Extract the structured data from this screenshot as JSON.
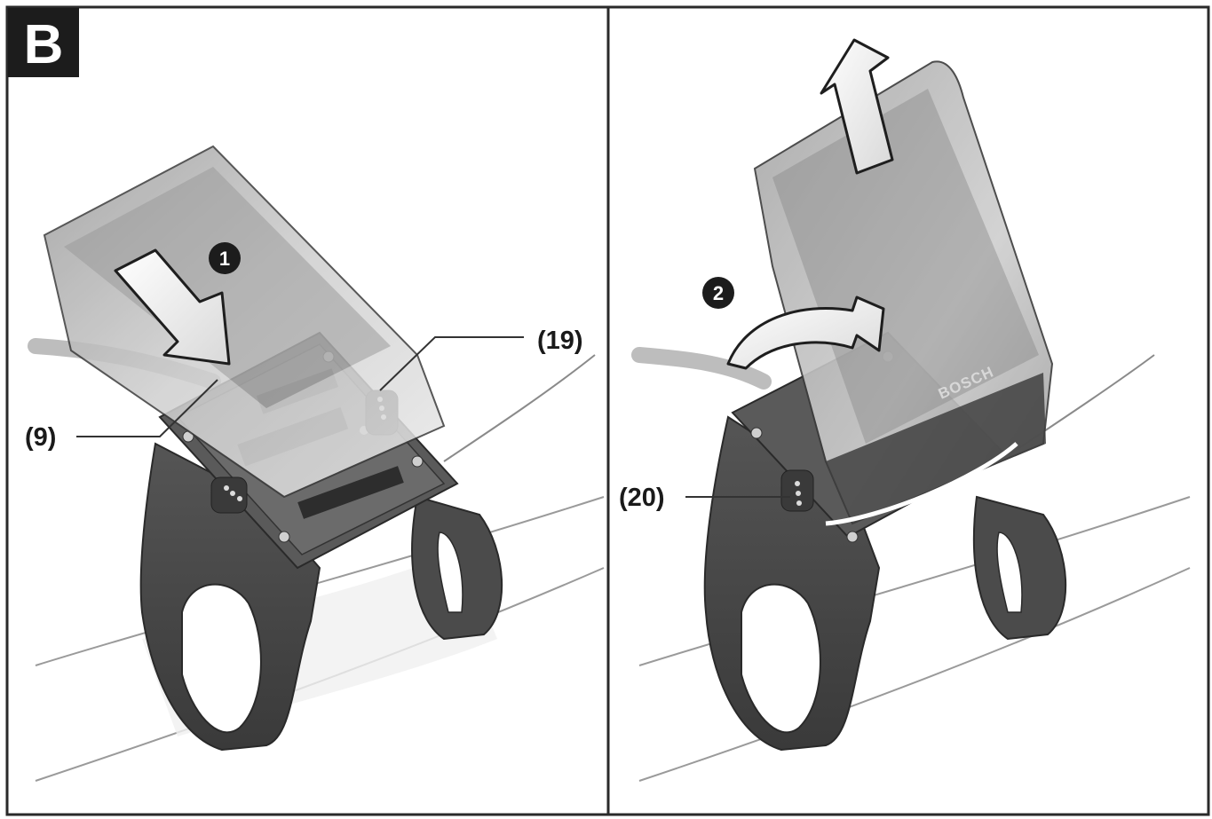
{
  "figure_label": "B",
  "steps": {
    "step1": "1",
    "step2": "2"
  },
  "callouts": {
    "c9": "(9)",
    "c19": "(19)",
    "c20": "(20)"
  },
  "display_brand": "BOSCH",
  "colors": {
    "frame": "#2a2a2a",
    "mount_dark": "#3a3a3a",
    "mount_mid": "#6b6b6b",
    "display_glass": "#bdbdbd",
    "label_bg": "#1c1c1c",
    "line": "#333333"
  }
}
